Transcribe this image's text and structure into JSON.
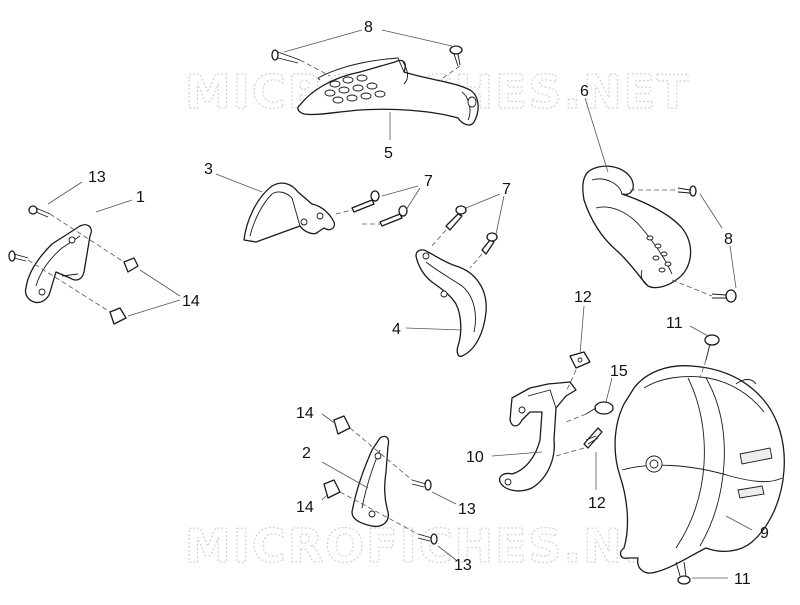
{
  "watermark": {
    "top_text": "MICROFICHES.NET",
    "bottom_text": "MICROFICHES.NET"
  },
  "callouts": {
    "c1": "1",
    "c2": "2",
    "c3": "3",
    "c4": "4",
    "c5": "5",
    "c6": "6",
    "c7a": "7",
    "c7b": "7",
    "c8a": "8",
    "c8b": "8",
    "c9": "9",
    "c10": "10",
    "c11a": "11",
    "c11b": "11",
    "c12a": "12",
    "c12b": "12",
    "c13a": "13",
    "c13b": "13",
    "c13c": "13",
    "c14a": "14",
    "c14b": "14",
    "c14c": "14",
    "c15": "15"
  }
}
